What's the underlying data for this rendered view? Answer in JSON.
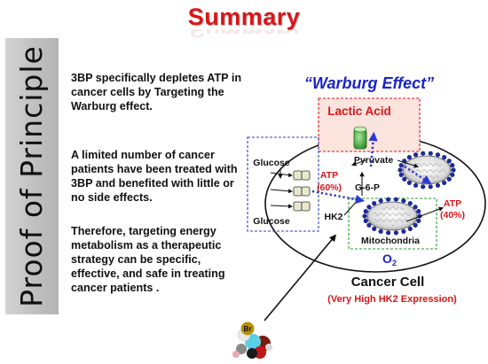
{
  "title": "Summary",
  "side_label": "Proof of Principle",
  "paragraphs": [
    "3BP specifically depletes ATP in cancer cells by Targeting  the Warburg effect.",
    "A limited number of cancer patients have been treated with 3BP and benefited with little or no side effects.",
    "Therefore, targeting  energy metabolism as a therapeutic strategy can be specific, effective, and safe in treating cancer patients ."
  ],
  "diagram": {
    "heading": "“Warburg Effect”",
    "lactic_acid": "Lactic Acid",
    "pyruvate": "Pyruvate",
    "g6p": "G-6-P",
    "hk2": "HK2",
    "glucose_top": "Glucose",
    "glucose_bottom": "Glucose",
    "atp_left": "ATP",
    "atp_left_pct": "(60%)",
    "atp_right": "ATP",
    "atp_right_pct": "(40%)",
    "mitochondria": "Mitochondria",
    "o2": "O",
    "o2_sub": "2",
    "cancer_cell": "Cancer Cell",
    "expression": "(Very High HK2 Expression)",
    "molecule_label": "Br"
  },
  "colors": {
    "title": "#d8161a",
    "heading_blue": "#1a24c8",
    "red_label": "#d8161a",
    "mito_dot": "#1c2a9a",
    "green_box": "#2a9a2a",
    "blue_box": "#2840c0"
  }
}
